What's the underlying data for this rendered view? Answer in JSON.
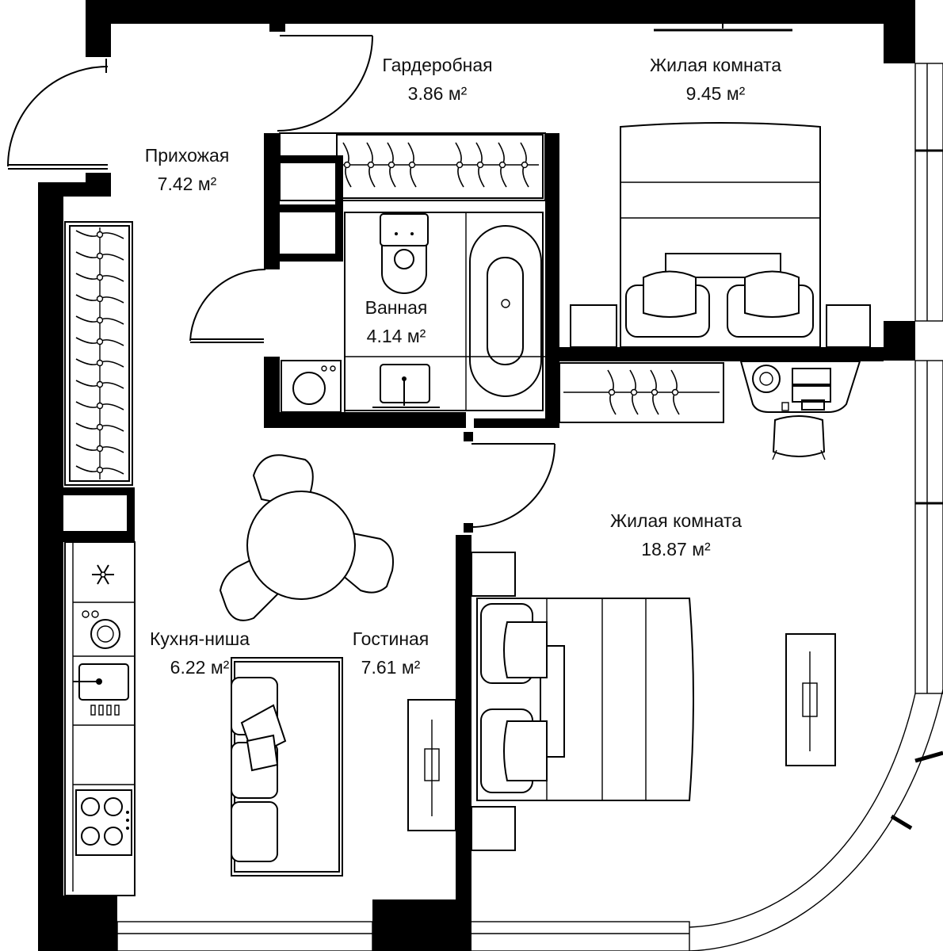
{
  "rooms": {
    "wardrobe": {
      "name": "Гардеробная",
      "area": "3.86 м²"
    },
    "bedroom": {
      "name": "Жилая комната",
      "area": "9.45 м²"
    },
    "hallway": {
      "name": "Прихожая",
      "area": "7.42 м²"
    },
    "bathroom": {
      "name": "Ванная",
      "area": "4.14 м²"
    },
    "living_big": {
      "name": "Жилая комната",
      "area": "18.87 м²"
    },
    "kitchen": {
      "name": "Кухня-ниша",
      "area": "6.22 м²"
    },
    "lounge": {
      "name": "Гостиная",
      "area": "7.61 м²"
    }
  }
}
